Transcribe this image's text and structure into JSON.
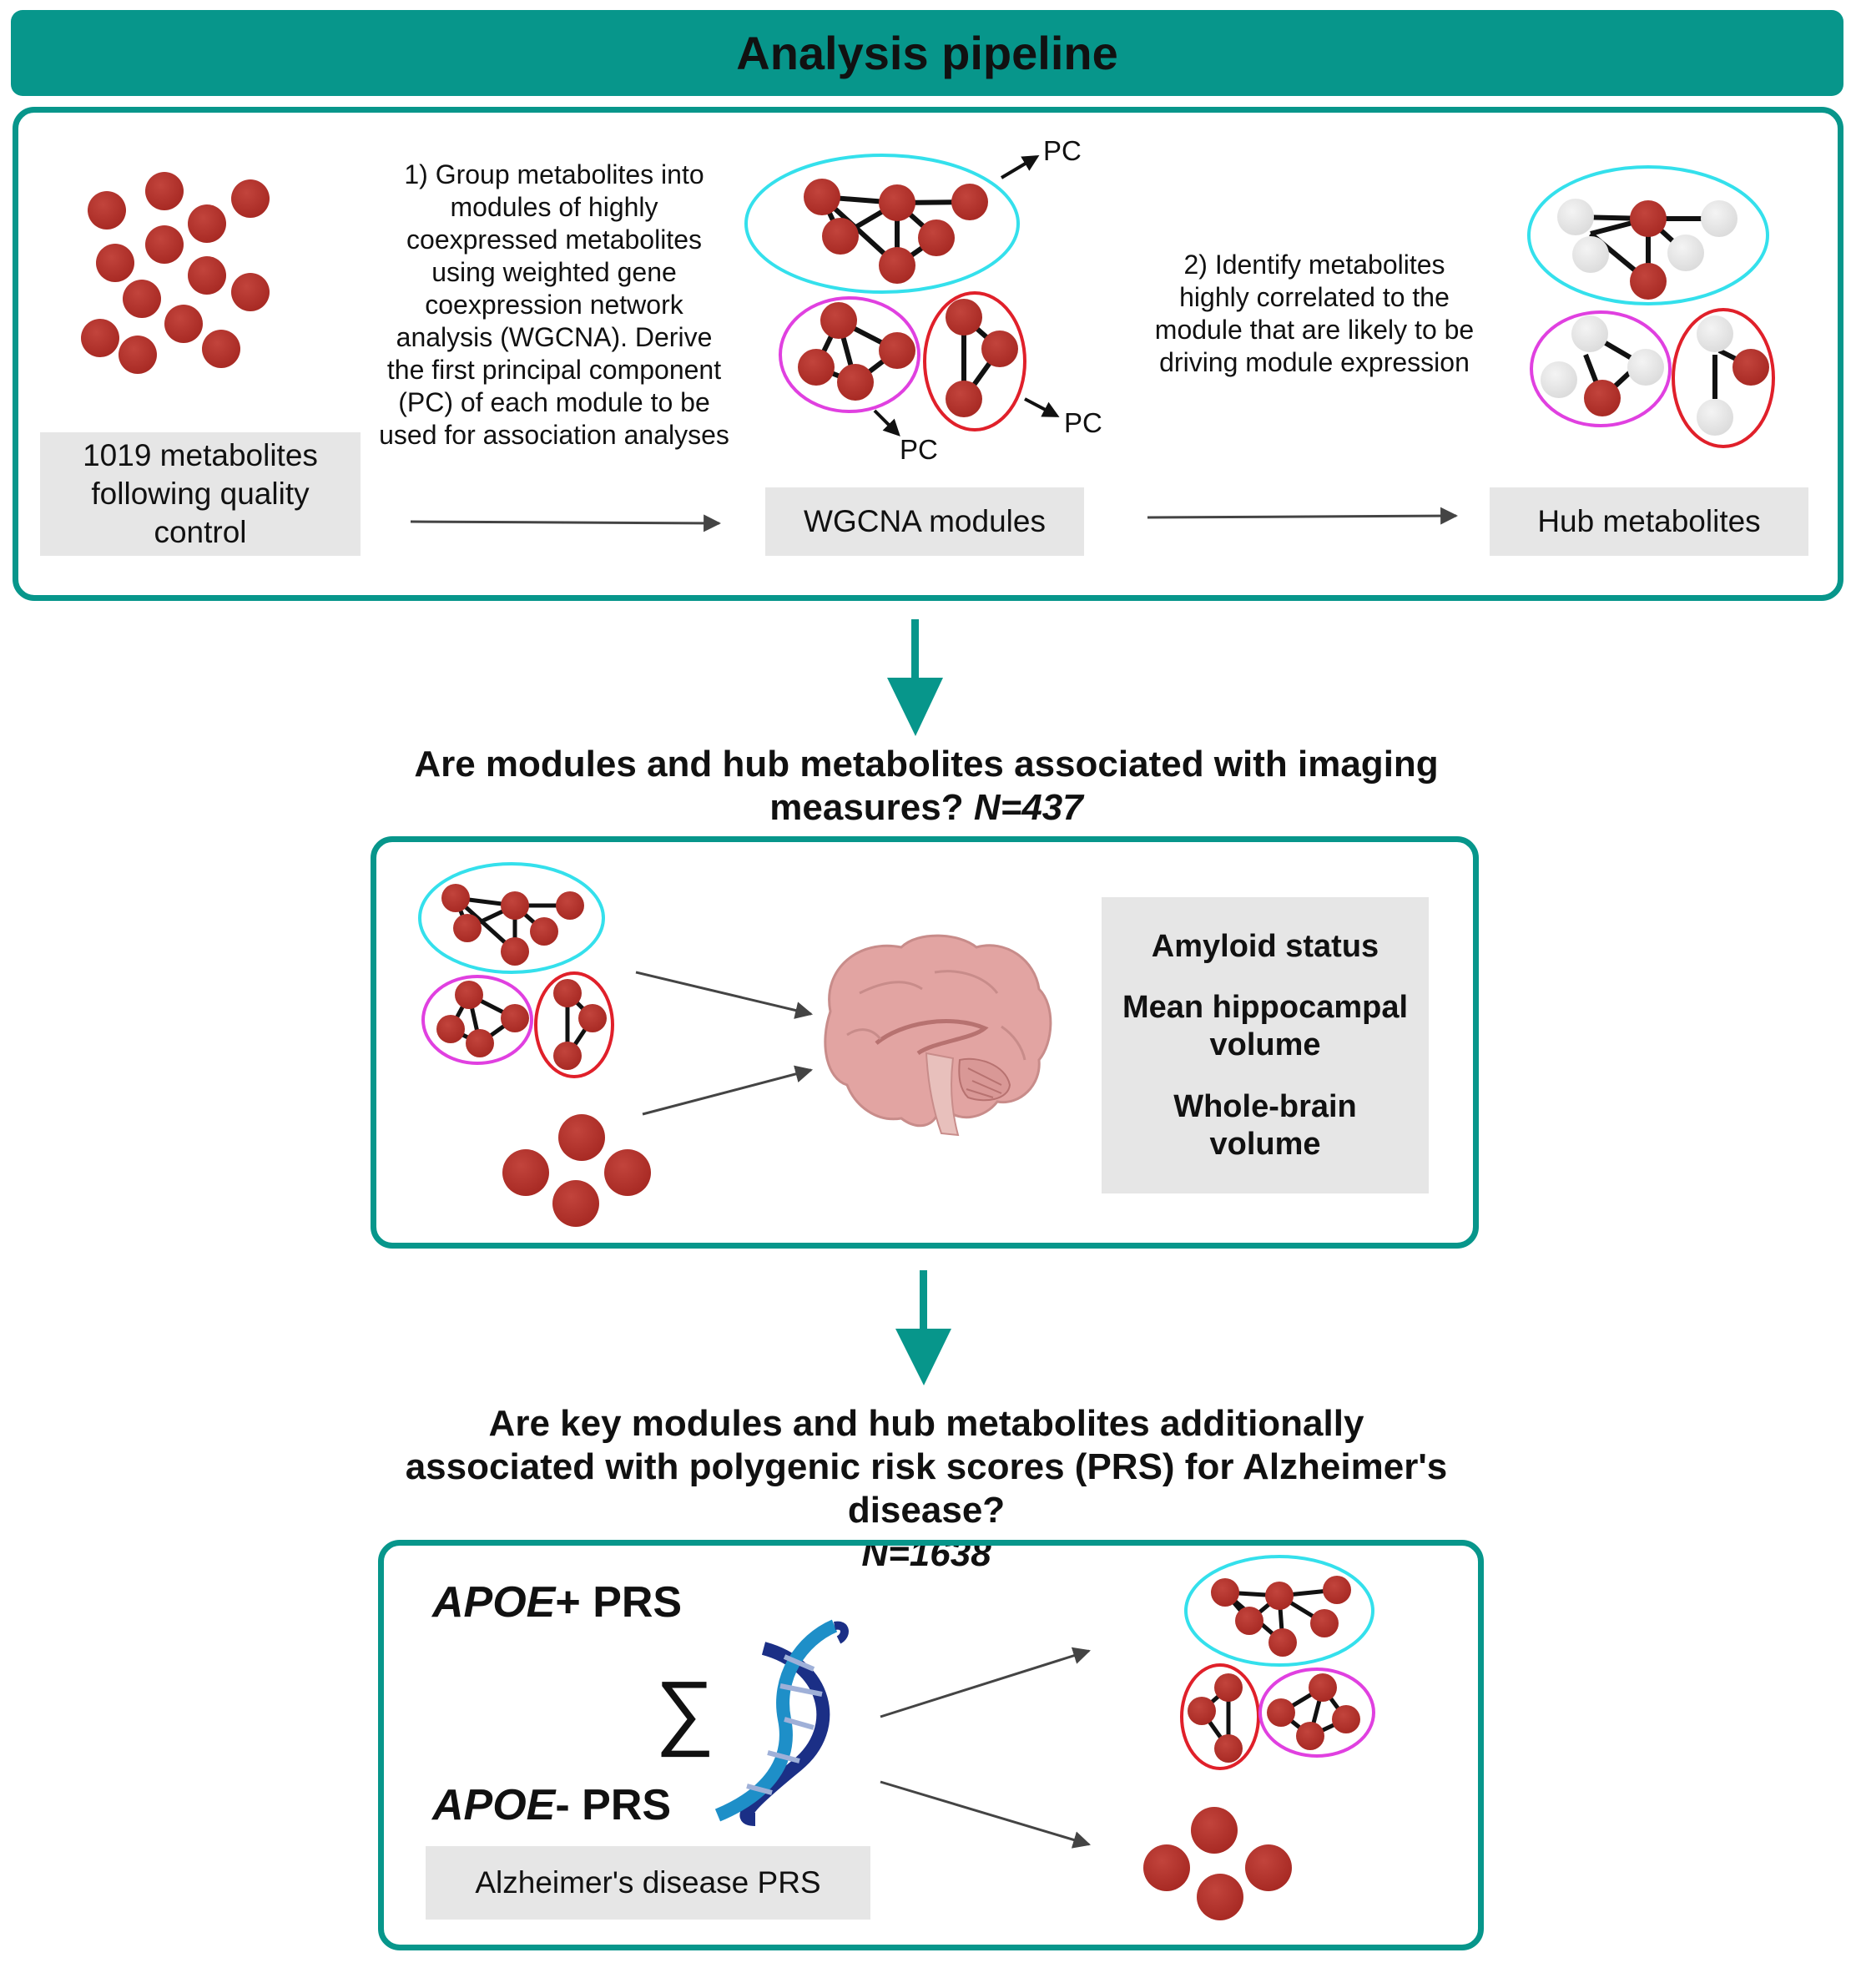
{
  "banner": {
    "title": "Analysis pipeline"
  },
  "step1": {
    "metabolites_label": "1019 metabolites following quality control",
    "step1_text": "1) Group metabolites into modules of highly coexpressed metabolites using weighted gene coexpression network analysis (WGCNA). Derive the first principal component (PC) of each module to be used for association analyses",
    "modules_label": "WGCNA modules",
    "pc_label": "PC",
    "step2_text": "2) Identify metabolites highly correlated to the module that are likely to be driving module expression",
    "hub_label": "Hub metabolites"
  },
  "imaging": {
    "question": "Are modules and hub metabolites associated with imaging measures?",
    "n": "N=437",
    "measures": [
      "Amyloid status",
      "Mean hippocampal volume",
      "Whole-brain volume"
    ]
  },
  "prs": {
    "question": "Are key modules and hub metabolites additionally associated with polygenic risk scores (PRS) for Alzheimer's disease?",
    "n": "N=1638",
    "apoe_pos_gene": "APOE",
    "apoe_pos_rest": "+ PRS",
    "apoe_neg_gene": "APOE",
    "apoe_neg_rest": "- PRS",
    "sum_symbol": "∑",
    "ad_prs_label": "Alzheimer's disease PRS"
  },
  "colors": {
    "teal": "#07968b",
    "metabolite": "#b0302a",
    "cyan_module": "#34e0ec",
    "magenta_module": "#e040e0",
    "red_module": "#e0202a",
    "hub_gray": "#e6e6e6"
  }
}
